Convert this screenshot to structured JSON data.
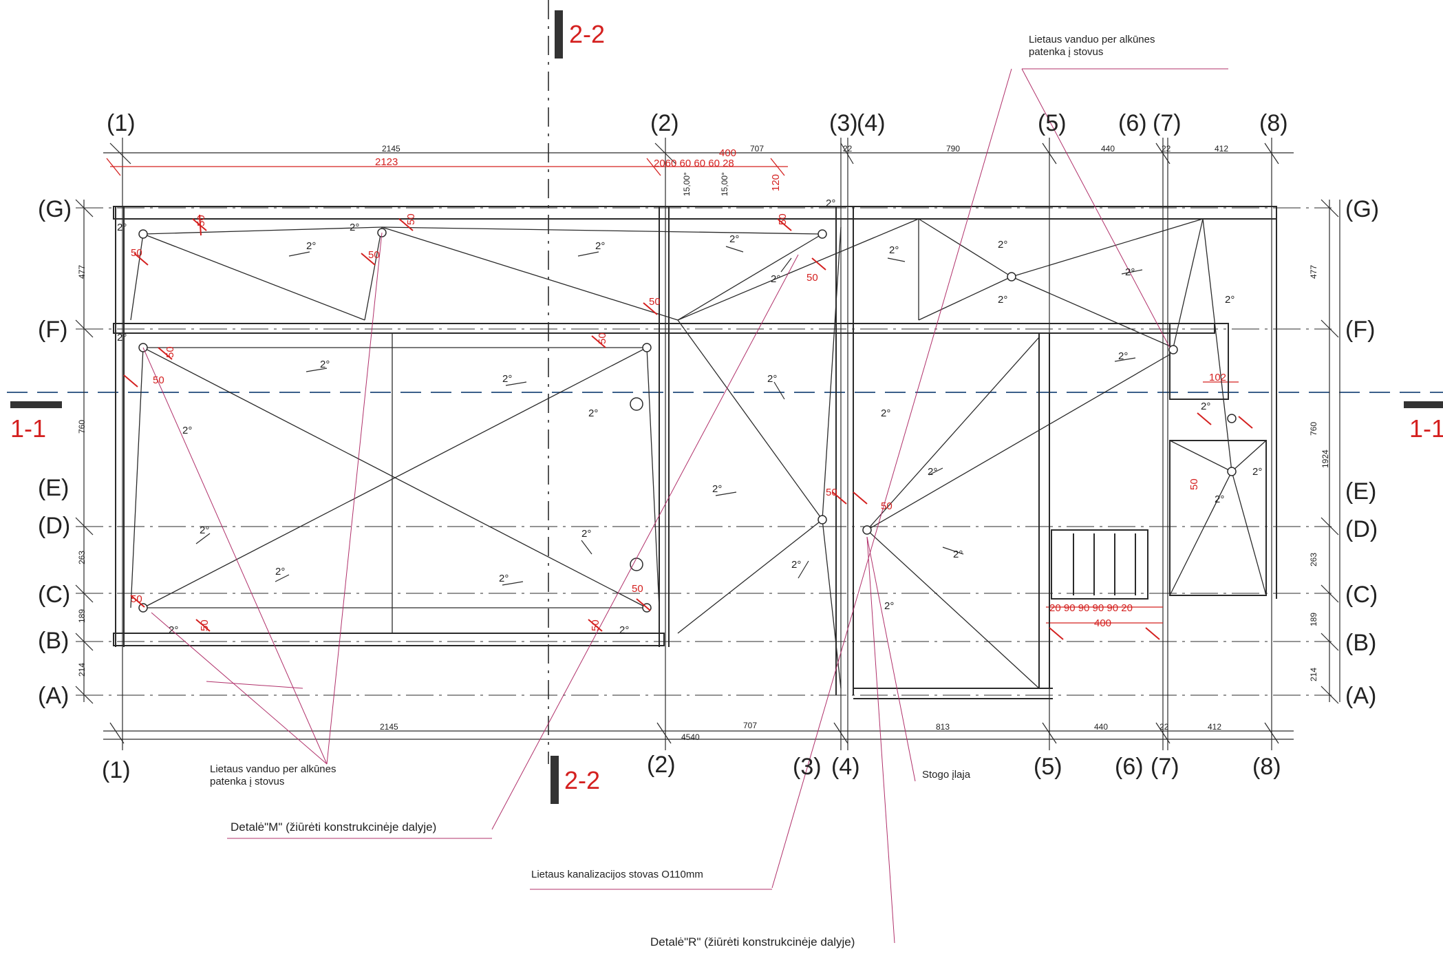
{
  "axes": {
    "columns": [
      "(1)",
      "(2)",
      "(3)",
      "(4)",
      "(5)",
      "(6)",
      "(7)",
      "(8)"
    ],
    "rows": [
      "(G)",
      "(F)",
      "(E)",
      "(D)",
      "(C)",
      "(B)",
      "(A)"
    ]
  },
  "sections": {
    "s22_top": "2-2",
    "s22_bottom": "2-2",
    "s11_left": "1-1",
    "s11_right": "1-1"
  },
  "dimensions": {
    "top_2145": "2145",
    "top_2123": "2123",
    "top_400": "400",
    "top_707": "707",
    "top_790": "790",
    "top_440": "440",
    "top_412": "412",
    "top_22": "22",
    "top_22b": "22",
    "top_15a": "15,00°",
    "top_15b": "15,00°",
    "top_120": "120",
    "top_seg": "2060  60  60  60  28",
    "bottom_2145": "2145",
    "bottom_707": "707",
    "bottom_4540": "4540",
    "bottom_813": "813",
    "bottom_440": "440",
    "bottom_412": "412",
    "bottom_22": "22",
    "left_477": "477",
    "left_760": "760",
    "left_263": "263",
    "left_189": "189",
    "left_214": "214",
    "right_477": "477",
    "right_760": "760",
    "right_1924": "1924",
    "right_263": "263",
    "right_189": "189",
    "right_214": "214",
    "mid_400": "400",
    "mid_seg": "20 90  90  90  90 20",
    "red_50": "50",
    "red_102": "102"
  },
  "slope_label": "2°",
  "notes": {
    "top_right_line1": "Lietaus vanduo   per alkūnes",
    "top_right_line2": "patenka į stovus",
    "bottom_left_line1": "Lietaus vanduo   per alkūnes",
    "bottom_left_line2": "patenka į stovus",
    "detail_m": "Detalė\"M\" (žiūrėti konstrukcinėje dalyje)",
    "stovas": "Lietaus kanalizacijos stovas O110mm",
    "detail_r": "Detalė\"R\" (žiūrėti konstrukcinėje dalyje)",
    "stogo_ilaja": "Stogo įlaja"
  },
  "colors": {
    "line": "#2a2a2a",
    "red": "#d4201f",
    "leader": "#b0306a",
    "section_line": "#3b5f8a"
  }
}
